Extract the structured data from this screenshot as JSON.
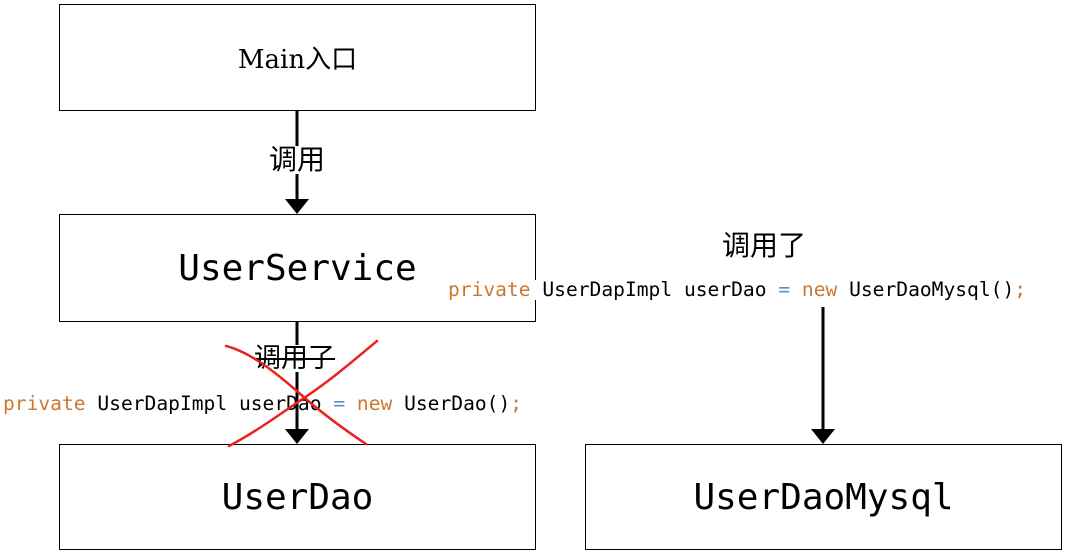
{
  "boxes": {
    "main": "Main入口",
    "user_service": "UserService",
    "user_dao": "UserDao",
    "user_dao_mysql": "UserDaoMysql"
  },
  "labels": {
    "call_main_to_service": "调用",
    "call_service_to_mysql": "调用了",
    "call_service_to_dao": "调用了"
  },
  "code": {
    "mysql_line": {
      "keyword": "private",
      "type": "UserDapImpl",
      "var": "userDao",
      "op": "=",
      "new_kw": "new",
      "ctor": "UserDaoMysql()",
      "semi": ";"
    },
    "dao_line": {
      "keyword": "private",
      "type": "UserDapImpl",
      "var": "userDao",
      "op": "=",
      "new_kw": "new",
      "ctor": "UserDao()",
      "semi": ";"
    }
  },
  "colors": {
    "keyword": "#cc7832",
    "operator": "#5b8ccf",
    "cross_out": "#e8231f",
    "line": "#000000"
  }
}
